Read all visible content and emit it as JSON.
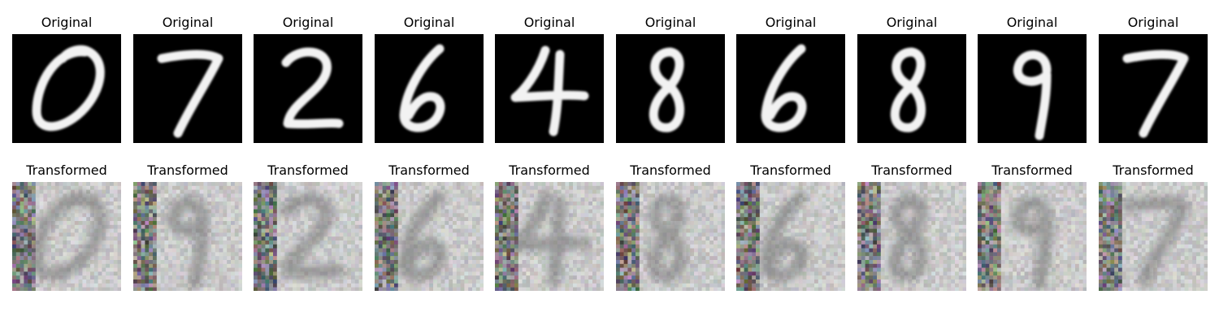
{
  "rows": [
    {
      "title_label": "Original",
      "kind": "original",
      "digits": [
        "0",
        "7",
        "2",
        "6",
        "4",
        "8",
        "6",
        "8",
        "9",
        "7"
      ]
    },
    {
      "title_label": "Transformed",
      "kind": "transformed",
      "digits": [
        "0",
        "9",
        "2",
        "6",
        "4",
        "8",
        "6",
        "8",
        "9",
        "7"
      ]
    }
  ],
  "colors": {
    "figure_background": "#ffffff",
    "original_background": "#000000",
    "original_stroke": "#f2f2f2",
    "transformed_background": "#c8c8c8",
    "transformed_stroke": "#707070"
  }
}
